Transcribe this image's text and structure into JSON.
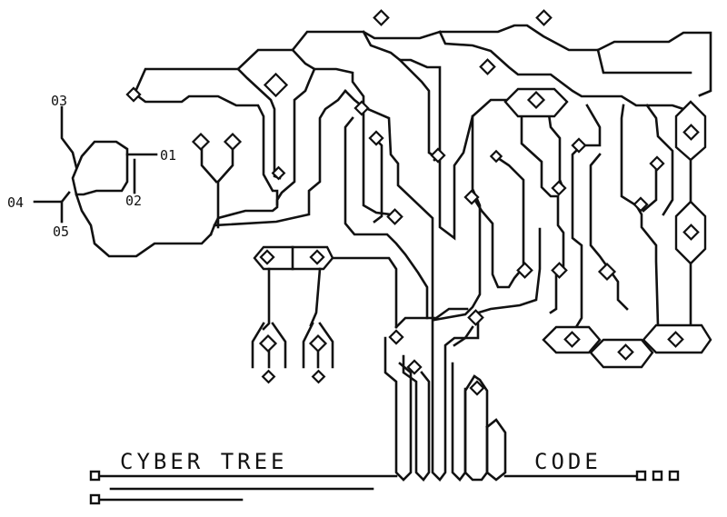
{
  "diagram": {
    "title": "CYBER TREE",
    "code_label": "CODE",
    "pins": [
      "01",
      "02",
      "03",
      "04",
      "05"
    ]
  }
}
